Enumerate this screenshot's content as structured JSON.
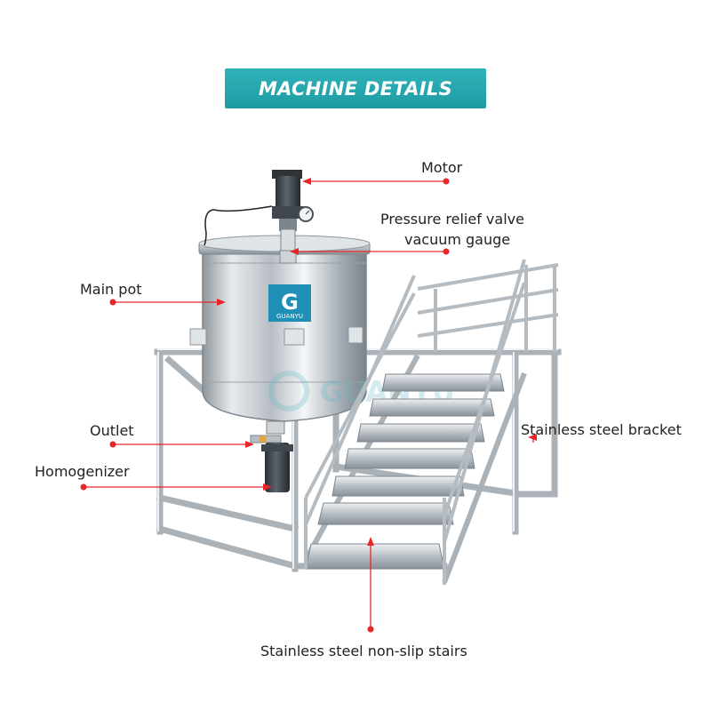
{
  "banner": {
    "title": "MACHINE DETAILS"
  },
  "labels": {
    "motor": "Motor",
    "pressure_relief_valve": "Pressure relief valve",
    "vacuum_gauge": "vacuum gauge",
    "main_pot": "Main pot",
    "outlet": "Outlet",
    "homogenizer": "Homogenizer",
    "stainless_steel_bracket": "Stainless steel bracket",
    "stainless_steel_stairs": "Stainless steel non-slip stairs"
  },
  "logo": {
    "text": "GUANYU"
  },
  "watermark": {
    "text": "GUANYU"
  },
  "colors": {
    "banner": "#1e9ca3",
    "pointer": "#e8262a",
    "steel": "#c9ced3",
    "motor": "#3a4047"
  }
}
